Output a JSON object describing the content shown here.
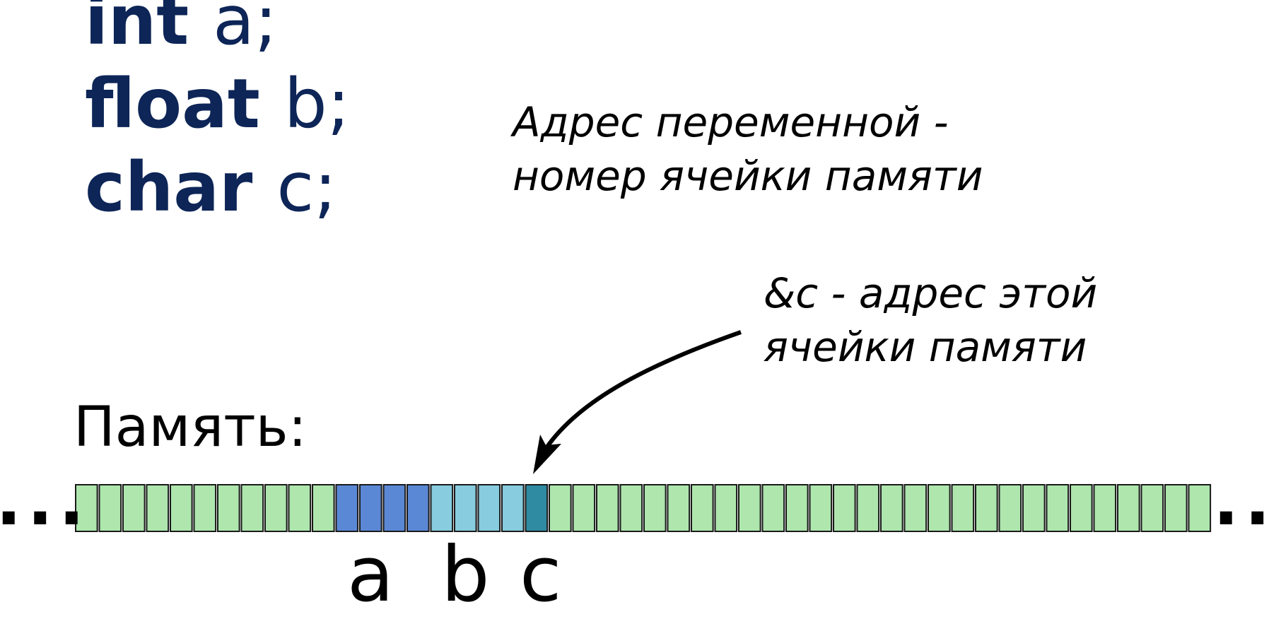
{
  "code": {
    "lines": [
      {
        "type": "int",
        "name": "a;"
      },
      {
        "type": "float",
        "name": "b;"
      },
      {
        "type": "char",
        "name": "c;"
      }
    ]
  },
  "notes": {
    "address": "Адрес переменной -\nномер ячейки памяти",
    "ampersand": "&c - адрес этой\nячейки памяти"
  },
  "memory": {
    "label": "Память:",
    "ellipsis_left": "...",
    "ellipsis_right": "...",
    "colors": {
      "free": "#aee6ad",
      "a": "#5b88d5",
      "b": "#87ccdf",
      "c": "#2e8ba1",
      "border": "#1a1a1a"
    },
    "cells": [
      "free",
      "free",
      "free",
      "free",
      "free",
      "free",
      "free",
      "free",
      "free",
      "free",
      "free",
      "a",
      "a",
      "a",
      "a",
      "b",
      "b",
      "b",
      "b",
      "c",
      "free",
      "free",
      "free",
      "free",
      "free",
      "free",
      "free",
      "free",
      "free",
      "free",
      "free",
      "free",
      "free",
      "free",
      "free",
      "free",
      "free",
      "free",
      "free",
      "free",
      "free",
      "free",
      "free",
      "free",
      "free",
      "free",
      "free",
      "free"
    ],
    "var_labels": [
      "a",
      "b",
      "c"
    ]
  }
}
